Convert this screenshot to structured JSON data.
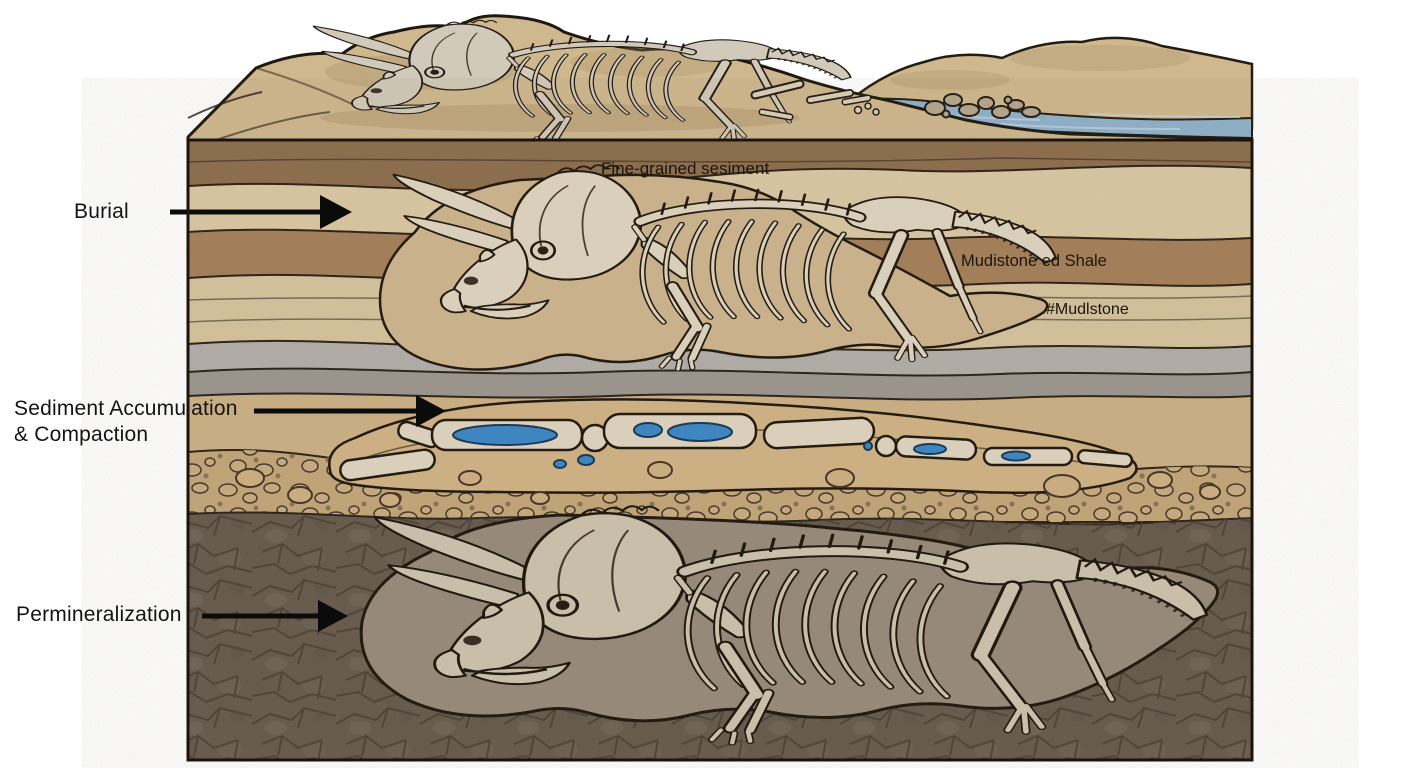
{
  "scene": {
    "stage_labels": {
      "burial": "Burial",
      "sediment_compaction": "Sediment Accumulation\n& Compaction",
      "permineralization": "Permineralization"
    },
    "layer_annotations": {
      "fine_grained_sediment": "Fine-grained sesiment",
      "mudstone_shale": "Mudistone ed Shale",
      "mudstone": "#Mudlstone"
    }
  },
  "colors": {
    "outline": "#241c12",
    "bone": "#d9cfba",
    "water": "#8fb2cb",
    "water_streak": "#c6d9e6",
    "mineral_blue": "#3f86c0",
    "surface_sand": "#cfb88e",
    "dune_shade": "#a98e66",
    "conglomerate_pebble": "#c9ad80",
    "burial_pocket": "#c9b28b",
    "compaction_lens": "#ccb084",
    "fossil_pocket": "#97897a",
    "strata": [
      "#8d6f4e",
      "#dbc9a4",
      "#a5805a",
      "#d6c49e",
      "#b3afa9",
      "#9c9790",
      "#cdb186",
      "#c4a77a",
      "#675b4e"
    ],
    "arrow": "#0b0b0b",
    "label_text": "#141414"
  }
}
